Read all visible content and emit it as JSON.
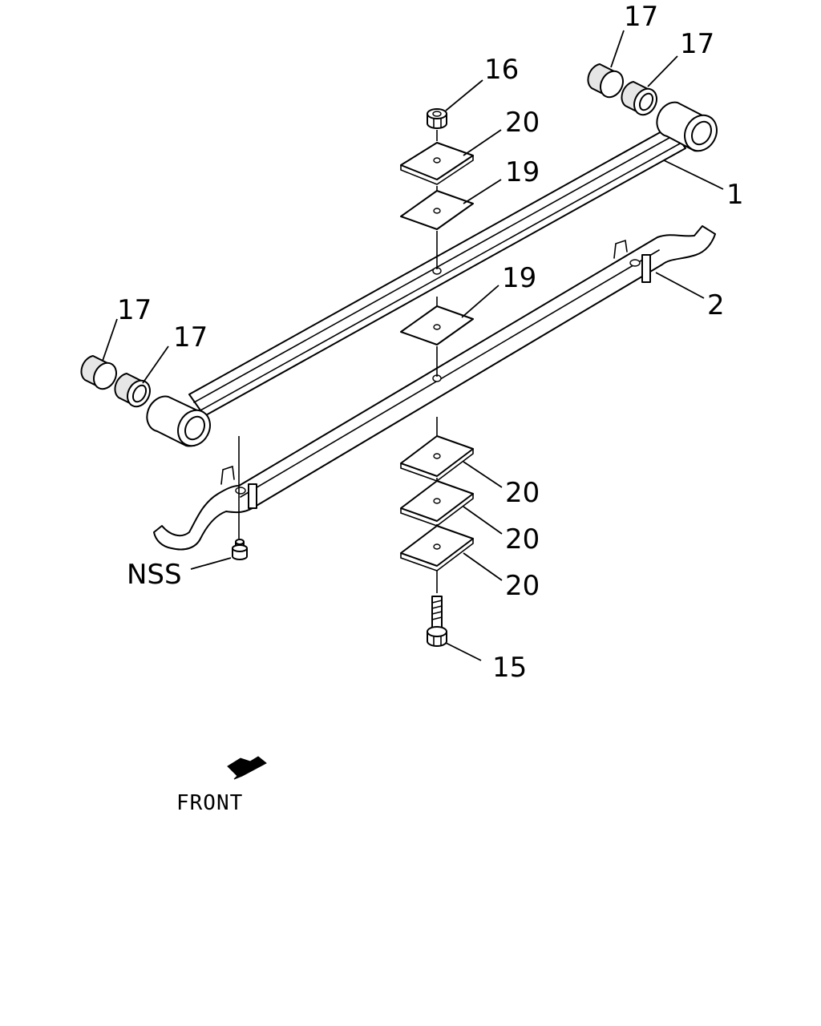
{
  "diagram": {
    "callouts": {
      "bushing_upper_left": "17",
      "bushing_upper_right": "17",
      "bushing_lower_left": "17",
      "bushing_lower_right": "17",
      "nut": "16",
      "plate_top": "20",
      "spacer_upper": "19",
      "spacer_middle": "19",
      "main_leaf": "1",
      "second_leaf": "2",
      "plate_lower_1": "20",
      "plate_lower_2": "20",
      "plate_lower_3": "20",
      "bolt": "15",
      "nss": "NSS"
    },
    "front_label": "FRONT"
  }
}
